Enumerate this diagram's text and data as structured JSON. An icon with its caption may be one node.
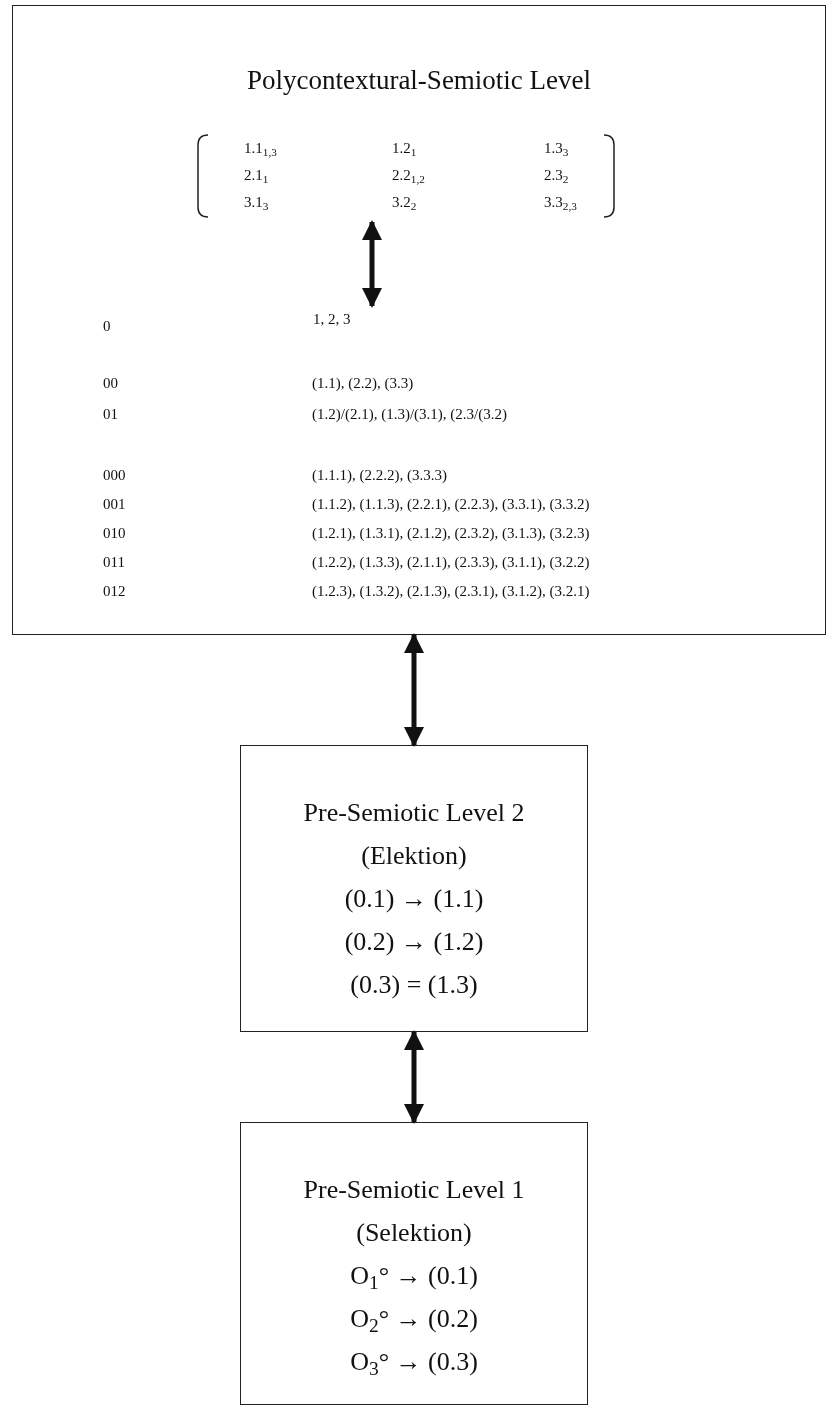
{
  "diagram": {
    "nodes": [
      {
        "text": [
          "Polycontextural-Semiotic Level"
        ]
      },
      {
        "text": [
          "1.1$_{1,3}$",
          "1.2$_{1}$",
          "1.3$_{3}$",
          "2.1$_{1}$",
          "2.2$_{1,2}$",
          "2.3$_{2}$",
          "3.1$_{3}$",
          "3.2$_{2}$",
          "3.3$_{2,3}$"
        ],
        "in": 0
      },
      {
        "text": [
          "1, 2, 3"
        ],
        "in": 0
      },
      {
        "text": [
          "Pre-Semiotic Level 2",
          "(Elektion)",
          "(0.1) → (1.1)",
          "(0.2) → (1.2)",
          "(0.3) = (1.3)"
        ]
      },
      {
        "text": [
          "Pre-Semiotic Level 1",
          "(Selektion)",
          "O$_{1}$° → (0.1)",
          "O$_{2}$° → (0.2)",
          "O$_{3}$° → (0.3)"
        ]
      }
    ],
    "edges": [
      {
        "from": 1,
        "to": 2,
        "arrow": "both"
      },
      {
        "from": 0,
        "to": 3,
        "arrow": "both"
      },
      {
        "from": 3,
        "to": 4,
        "arrow": "both"
      }
    ],
    "labels": [
      "0",
      "00",
      "(1.1), (2.2), (3.3)",
      "01",
      "(1.2)/(2.1), (1.3)/(3.1), (2.3/(3.2)",
      "000",
      "(1.1.1), (2.2.2), (3.3.3)",
      "001",
      "(1.1.2), (1.1.3), (2.2.1), (2.2.3), (3.3.1), (3.3.2)",
      "010",
      "(1.2.1), (1.3.1), (2.1.2), (2.3.2), (3.1.3), (3.2.3)",
      "011",
      "(1.2.2), (1.3.3), (2.1.1), (2.3.3), (3.1.1), (3.2.2)",
      "012",
      "(1.2.3), (1.3.2), (2.1.3), (2.3.1), (3.1.2), (3.2.1)"
    ]
  }
}
